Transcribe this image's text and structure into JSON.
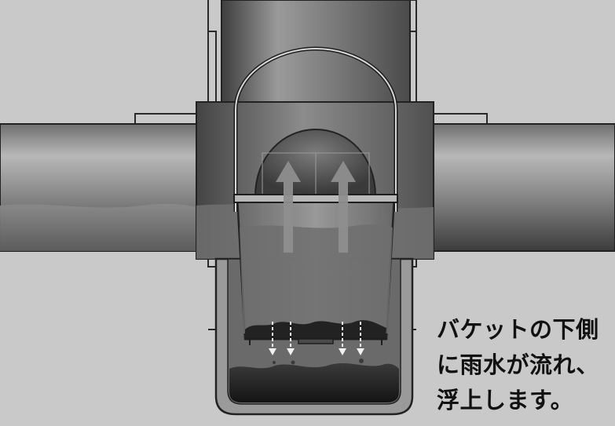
{
  "caption": {
    "line1": "バケットの下側",
    "line2": "に雨水が流れ、",
    "line3": "浮上します。"
  },
  "colors": {
    "background": "#c9c9c9",
    "pipe_dark": "#4a4a4a",
    "pipe_light": "#b4b4b4",
    "water": "#747474",
    "debris": "#1e1e1e",
    "arrow": "#8e8e8e",
    "caption_text": "#111111"
  },
  "icons": [
    "arrow-up-icon",
    "dashed-arrow-down-icon"
  ]
}
